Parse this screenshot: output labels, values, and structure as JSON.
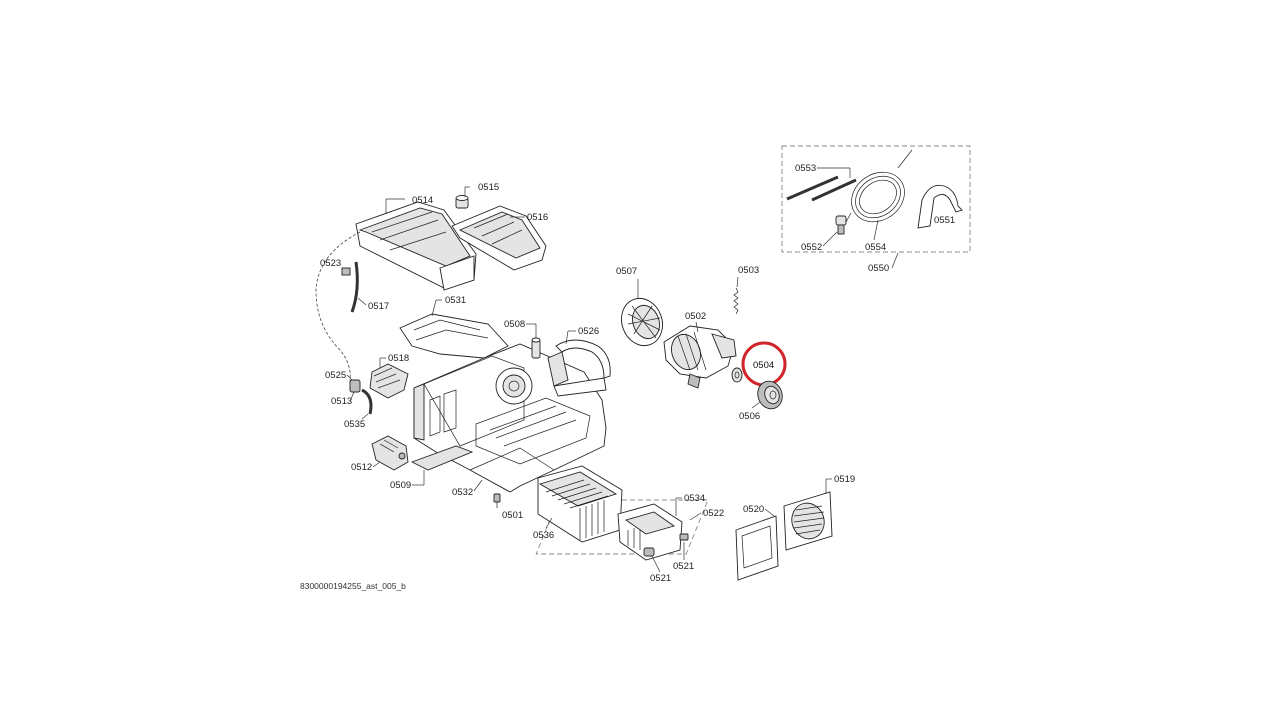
{
  "drawing_reference": "8300000194255_ast_005_b",
  "highlight_color": "#d0232a",
  "highlighted_part": "0504",
  "part_labels": {
    "p0501": "0501",
    "p0502": "0502",
    "p0503": "0503",
    "p0504": "0504",
    "p0506": "0506",
    "p0507": "0507",
    "p0508": "0508",
    "p0509": "0509",
    "p0512": "0512",
    "p0513": "0513",
    "p0514": "0514",
    "p0515": "0515",
    "p0516": "0516",
    "p0517": "0517",
    "p0518": "0518",
    "p0519": "0519",
    "p0520": "0520",
    "p0521a": "0521",
    "p0521b": "0521",
    "p0522": "0522",
    "p0523": "0523",
    "p0525": "0525",
    "p0526": "0526",
    "p0531": "0531",
    "p0532": "0532",
    "p0534": "0534",
    "p0535": "0535",
    "p0536": "0536",
    "p0550": "0550",
    "p0551": "0551",
    "p0552": "0552",
    "p0553": "0553",
    "p0554": "0554"
  }
}
